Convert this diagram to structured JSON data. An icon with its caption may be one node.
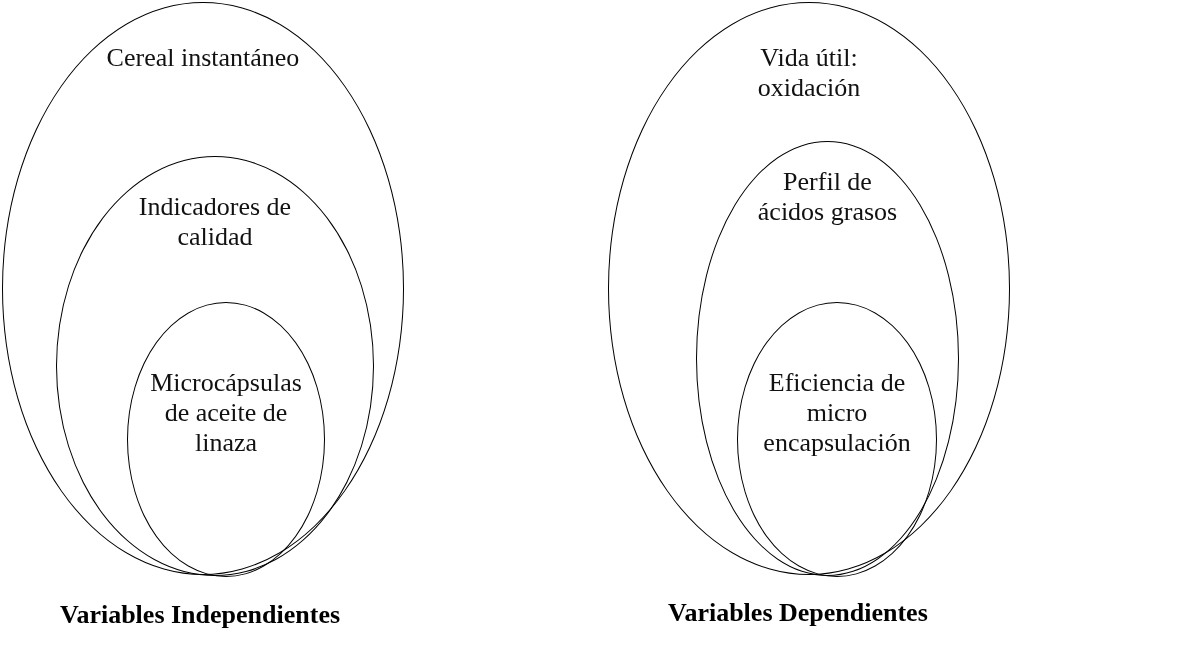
{
  "diagram": {
    "nodes": [
      {
        "text": [
          "Cereal instantáneo"
        ]
      },
      {
        "text": [
          "Indicadores de calidad"
        ],
        "in": 0
      },
      {
        "text": [
          "Microcápsulas de aceite de linaza"
        ],
        "in": 1
      },
      {
        "text": [
          "Vida útil: oxidación"
        ]
      },
      {
        "text": [
          "Perfil de ácidos grasos"
        ],
        "in": 3
      },
      {
        "text": [
          "Eficiencia de micro encapsulación"
        ],
        "in": 4
      }
    ],
    "edges": [],
    "labels": [
      "Variables Independientes",
      "Variables Dependientes"
    ]
  }
}
